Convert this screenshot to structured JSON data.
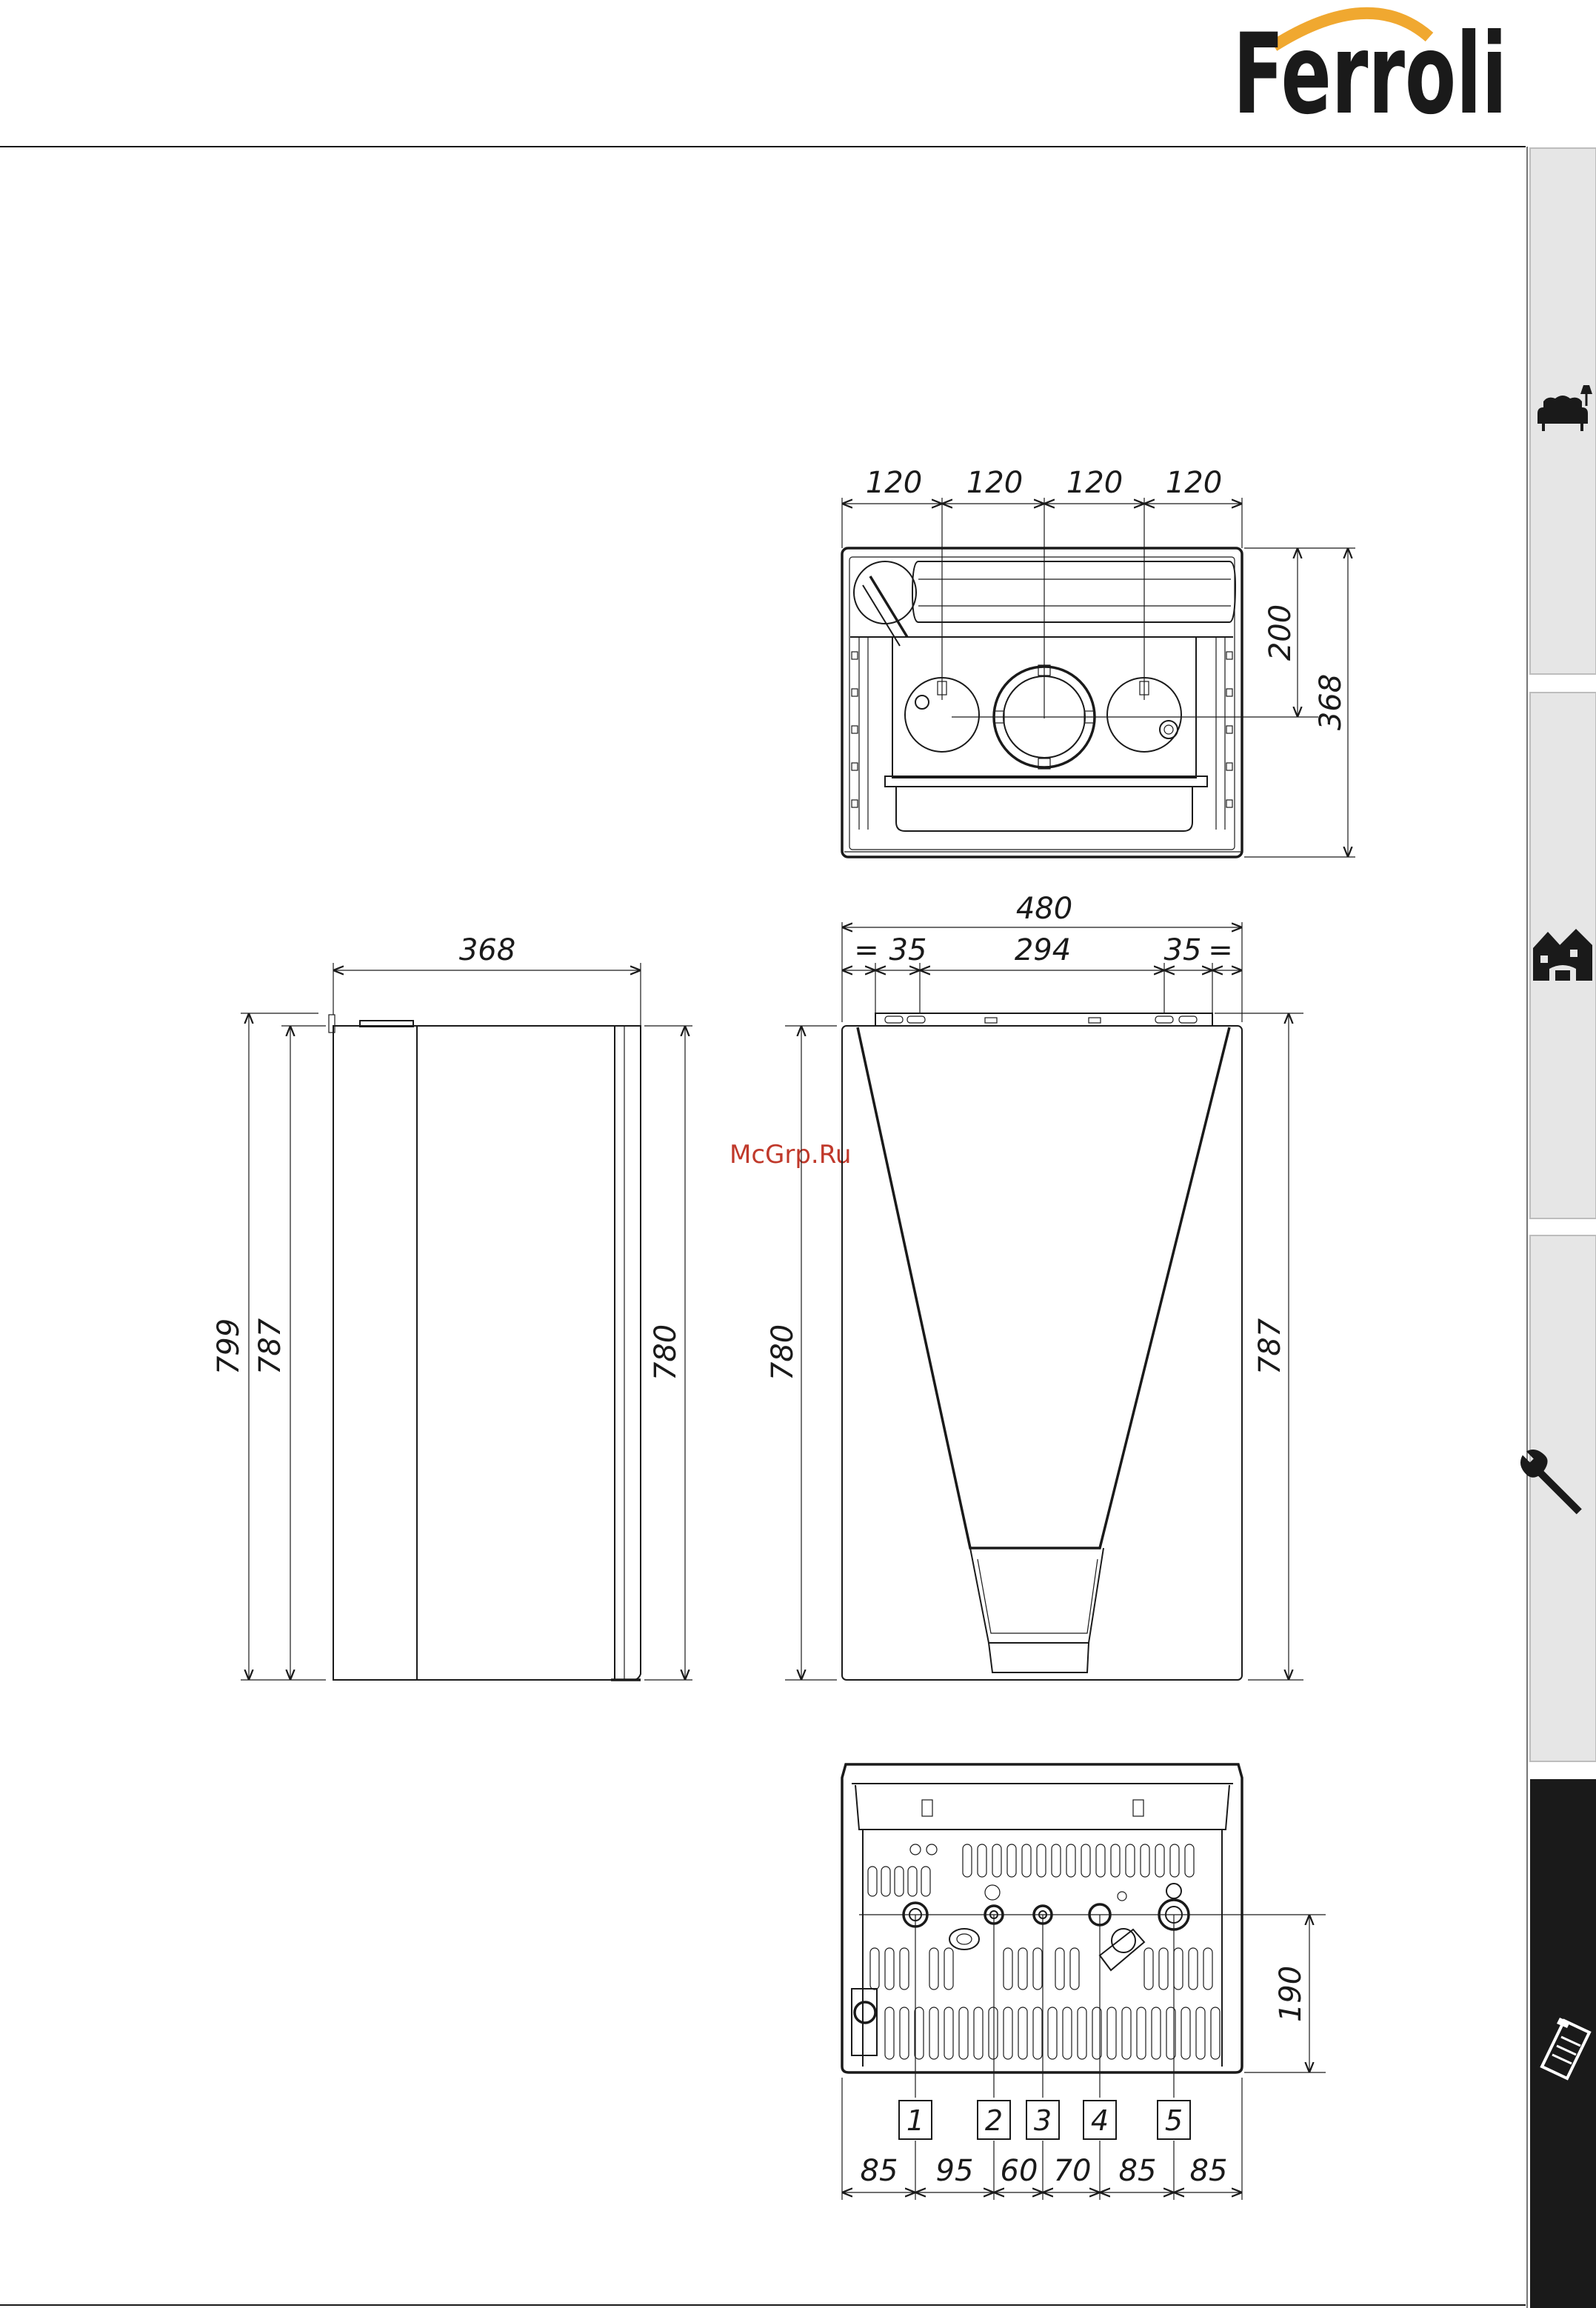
{
  "brand": {
    "name": "Ferroli"
  },
  "watermark": "McGrp.Ru",
  "side_tabs": [
    {
      "icon": "armchair-icon",
      "active": false
    },
    {
      "icon": "house-icon",
      "active": false
    },
    {
      "icon": "wrench-icon",
      "active": false
    },
    {
      "icon": "clipboard-icon",
      "active": true
    }
  ],
  "top_view": {
    "spacing": [
      "120",
      "120",
      "120",
      "120"
    ],
    "depth_partial": "200",
    "depth_total": "368"
  },
  "side_view": {
    "width": "368",
    "height_total": "799",
    "height_body": "787",
    "height_casing": "780"
  },
  "front_view": {
    "width": "480",
    "bracket_left_symbol": "=",
    "bracket_left": "35",
    "bracket_centre": "294",
    "bracket_right": "35",
    "bracket_right_symbol": "=",
    "height_left": "780",
    "height_right": "787"
  },
  "bottom_view": {
    "connection_height": "190",
    "connections": [
      "1",
      "2",
      "3",
      "4",
      "5"
    ],
    "spacing": [
      "85",
      "95",
      "60",
      "70",
      "85",
      "85"
    ]
  },
  "colors": {
    "line": "#1a1a1a",
    "logo_arc": "#f0a830",
    "watermark": "#c0392b",
    "tab": "#e6e6e6"
  }
}
